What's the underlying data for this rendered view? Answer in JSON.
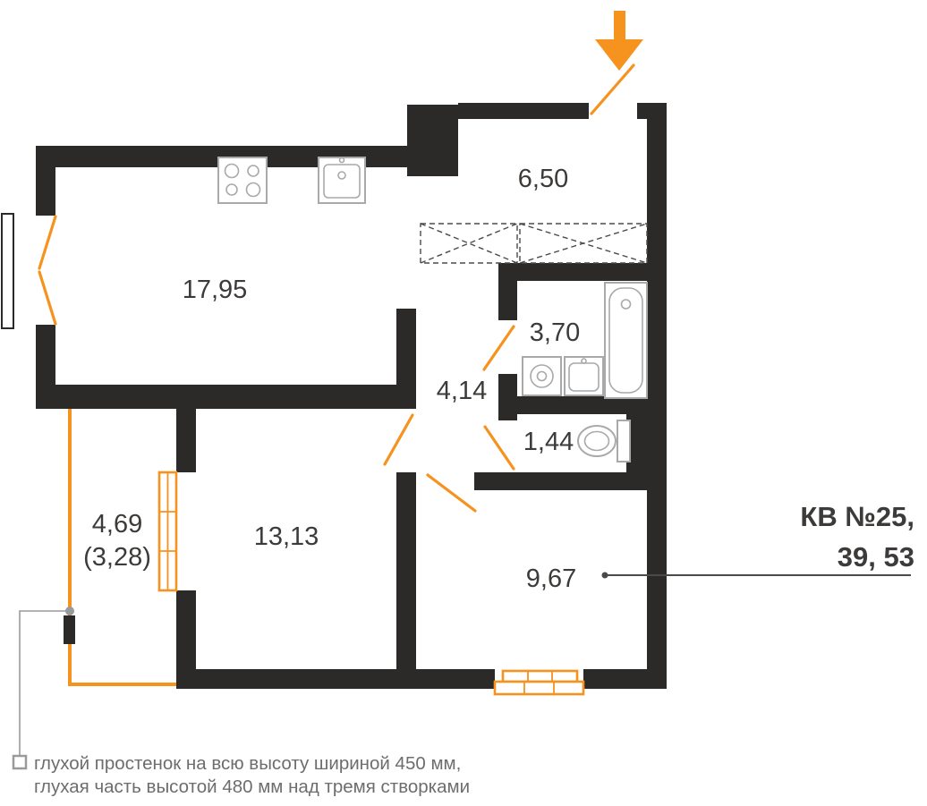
{
  "plan": {
    "apartment": {
      "label_line1": "КВ №25,",
      "label_line2": "39, 53"
    },
    "rooms": [
      {
        "id": "kitchen-living",
        "area": "17,95"
      },
      {
        "id": "hall",
        "area": "6,50"
      },
      {
        "id": "bathroom",
        "area": "3,70"
      },
      {
        "id": "corridor",
        "area": "4,14"
      },
      {
        "id": "wc",
        "area": "1,44"
      },
      {
        "id": "bedroom",
        "area": "13,13"
      },
      {
        "id": "room",
        "area": "9,67"
      },
      {
        "id": "balcony",
        "area": "4,69",
        "area_reduced": "(3,28)"
      }
    ],
    "legend": {
      "line1": "глухой простенок на всю высоту шириной 450 мм,",
      "line2": "глухая часть высотой 480 мм над тремя створками"
    },
    "colors": {
      "wall": "#2b2a29",
      "accent_orange": "#f6921e",
      "label_text": "#3d3b39",
      "legend_text": "#6d6d6d",
      "leader_gray": "#9a9a9a",
      "fixture_stroke": "#a9a9a9"
    }
  }
}
